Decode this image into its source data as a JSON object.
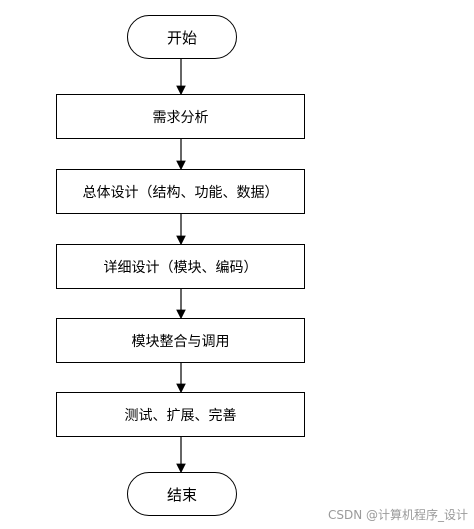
{
  "flowchart": {
    "start": "开始",
    "steps": [
      "需求分析",
      "总体设计（结构、功能、数据）",
      "详细设计（模块、编码）",
      "模块整合与调用",
      "测试、扩展、完善"
    ],
    "end": "结束"
  },
  "watermark": "CSDN @计算机程序_设计"
}
